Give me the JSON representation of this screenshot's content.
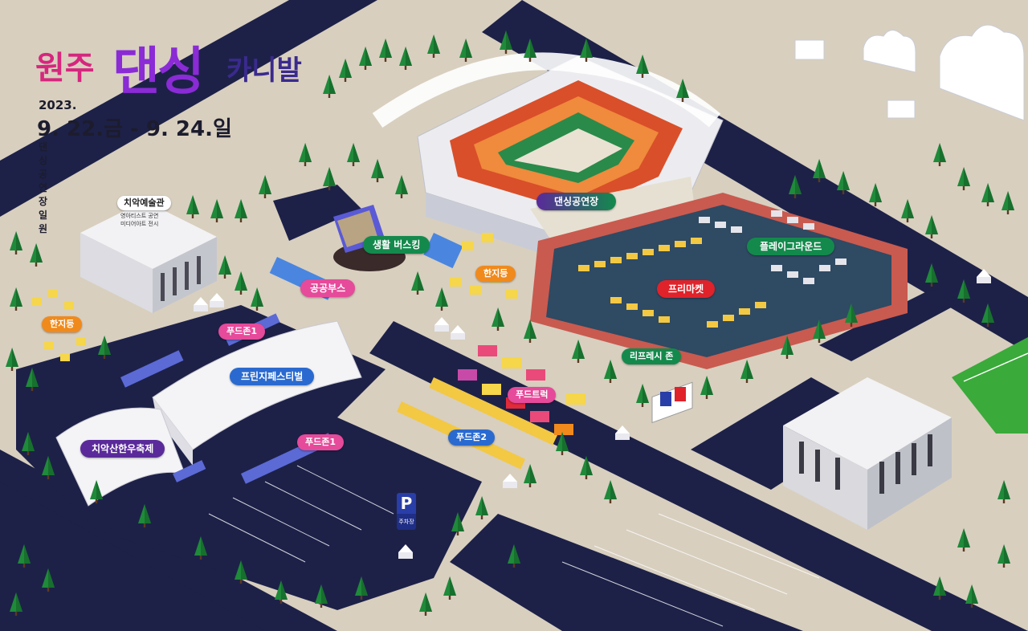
{
  "header": {
    "title_part1": "원주",
    "title_part2": "댄싱",
    "title_part3": "카니발",
    "year": "2023.",
    "dates": "9. 22.금 - 9. 24.일",
    "venue": "댄싱공연장 일원"
  },
  "labels": {
    "chiak_arts_center": "치악예술관",
    "chiak_arts_note1": "영아티스트 공연",
    "chiak_arts_note2": "미디어아트 전시",
    "hanjideung_left": "한지등",
    "hanjideung_center": "한지등",
    "living_busking": "생활 버스킹",
    "dancing_stage": "댄싱공연장",
    "playground": "플레이그라운드",
    "flea_market": "프리마켓",
    "public_booth": "공공부스",
    "food_zone1_top": "푸드존1",
    "fringe_festival": "프린지페스티벌",
    "chiaksan_hanwoo": "치악산한우축제",
    "food_zone1_bottom": "푸드존1",
    "food_zone2": "푸드존2",
    "food_truck": "푸드트럭",
    "refresh_zone": "리프레시 존",
    "parking": "주차장",
    "parking_letter": "P"
  },
  "colors": {
    "ground": "#d8cfbf",
    "road": "#1d2148",
    "label_purple": "#5a2a9a",
    "label_green": "#138a4c",
    "label_pink": "#e64a9a",
    "label_orange": "#f08a1c",
    "label_blue": "#2a6ad0",
    "label_red": "#e0222a",
    "track": "#c95a4f",
    "field": "#2f4a63",
    "grass": "#3aaa3a"
  }
}
